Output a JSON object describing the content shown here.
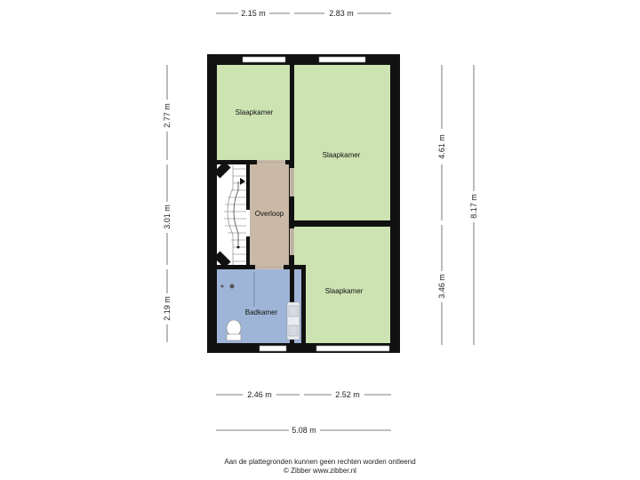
{
  "dimensions": {
    "top_left": "2.15 m",
    "top_right": "2.83 m",
    "left_top": "2.77 m",
    "left_middle": "3.01 m",
    "left_bottom": "2.19 m",
    "right_inner_top": "4.61 m",
    "right_inner_bottom": "3.46 m",
    "right_total": "8.17 m",
    "bottom_left": "2.46 m",
    "bottom_right": "2.52 m",
    "bottom_total": "5.08 m"
  },
  "rooms": {
    "bedroom_top_left": "Slaapkamer",
    "bedroom_top_right": "Slaapkamer",
    "landing": "Overloop",
    "bedroom_bottom_right": "Slaapkamer",
    "bathroom": "Badkamer"
  },
  "colors": {
    "bedroom": "#cde3b2",
    "landing": "#c9b9a6",
    "bathroom": "#9fb5d8",
    "wall": "#111111"
  },
  "footer": {
    "line1": "Aan de plattegronden kunnen geen rechten worden ontleend",
    "line2": "© Zibber www.zibber.nl"
  }
}
